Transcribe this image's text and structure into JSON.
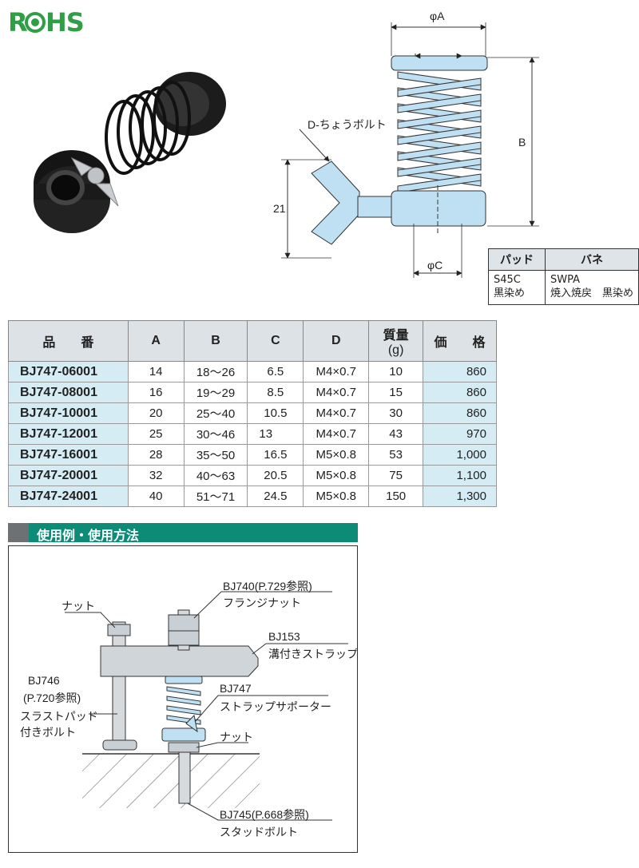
{
  "logo": {
    "text": "RoHS"
  },
  "drawing_labels": {
    "phi_a": "φA",
    "phi_c": "φC",
    "b": "B",
    "dim_21": "21",
    "d_bolt": "D-ちょうボルト"
  },
  "material_table": {
    "headers": [
      "パッド",
      "バネ"
    ],
    "pad": [
      "S45C",
      "黒染め"
    ],
    "spring": [
      "SWPA",
      "焼入焼戻　黒染め"
    ]
  },
  "spec_table": {
    "headers": {
      "part_no": "品　　番",
      "a": "A",
      "b": "B",
      "c": "C",
      "d": "D",
      "mass_1": "質量",
      "mass_2": "(g)",
      "price": "価　　格"
    },
    "rows": [
      {
        "part_no": "BJ747-06001",
        "a": "14",
        "b": "18～26",
        "c": "6.5",
        "d": "M4×0.7",
        "mass": "10",
        "price": "860"
      },
      {
        "part_no": "BJ747-08001",
        "a": "16",
        "b": "19～29",
        "c": "8.5",
        "d": "M4×0.7",
        "mass": "15",
        "price": "860"
      },
      {
        "part_no": "BJ747-10001",
        "a": "20",
        "b": "25～40",
        "c": "10.5",
        "d": "M4×0.7",
        "mass": "30",
        "price": "860"
      },
      {
        "part_no": "BJ747-12001",
        "a": "25",
        "b": "30～46",
        "c": "13",
        "d": "M4×0.7",
        "mass": "43",
        "price": "970"
      },
      {
        "part_no": "BJ747-16001",
        "a": "28",
        "b": "35～50",
        "c": "16.5",
        "d": "M5×0.8",
        "mass": "53",
        "price": "1,000"
      },
      {
        "part_no": "BJ747-20001",
        "a": "32",
        "b": "40～63",
        "c": "20.5",
        "d": "M5×0.8",
        "mass": "75",
        "price": "1,100"
      },
      {
        "part_no": "BJ747-24001",
        "a": "40",
        "b": "51～71",
        "c": "24.5",
        "d": "M5×0.8",
        "mass": "150",
        "price": "1,300"
      }
    ]
  },
  "usage": {
    "title": "使用例・使用方法",
    "labels": {
      "bj740_1": "BJ740(P.729参照)",
      "bj740_2": "フランジナット",
      "nut_top": "ナット",
      "bj153_1": "BJ153",
      "bj153_2": "溝付きストラップ",
      "bj746_1": "BJ746",
      "bj746_2": "(P.720参照)",
      "bj746_3": "スラストパッド",
      "bj746_4": "付きボルト",
      "bj747_1": "BJ747",
      "bj747_2": "ストラップサポーター",
      "nut_bottom": "ナット",
      "bj745_1": "BJ745(P.668参照)",
      "bj745_2": "スタッドボルト"
    }
  },
  "colors": {
    "accent": "#0c8c76",
    "part_blue": "#bfe0f3",
    "row_blue": "#d6ecf5",
    "logo_green": "#2f9e44"
  }
}
